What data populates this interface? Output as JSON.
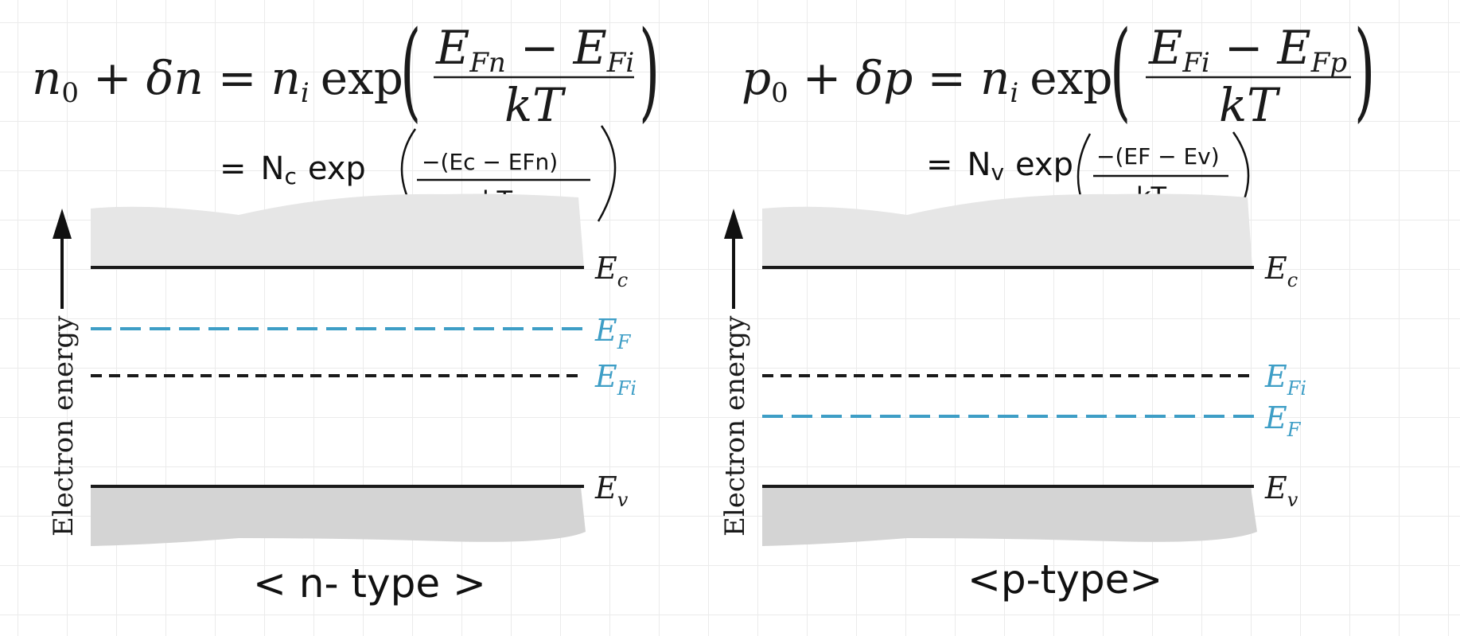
{
  "colors": {
    "band_fill_top": "#e6e6e6",
    "band_fill_bottom": "#d4d4d4",
    "line_black": "#1a1a1a",
    "fermi_blue": "#3e9ec6"
  },
  "left_panel": {
    "equation": {
      "lhs_a": "n",
      "lhs_a_sub": "0",
      "lhs_op": "+",
      "lhs_b": "δn",
      "eq": "=",
      "ni": "n",
      "ni_sub": "i",
      "exp": "exp",
      "num_a": "E",
      "num_a_sub": "Fn",
      "minus": "−",
      "num_b": "E",
      "num_b_sub": "Fi",
      "den": "kT"
    },
    "handwritten": {
      "eq": "=",
      "prefactor": "N",
      "prefactor_sub": "c",
      "exp": "exp",
      "numerator": "−(Ec − EFn)",
      "denominator": "kT"
    },
    "axis_label": "Electron energy",
    "levels": [
      {
        "label": "E",
        "sub": "c",
        "style": "solid",
        "color": "#1a1a1a"
      },
      {
        "label": "E",
        "sub": "F",
        "style": "dashed",
        "color": "#3e9ec6"
      },
      {
        "label": "E",
        "sub": "Fi",
        "style": "dashed",
        "color": "#1a1a1a"
      },
      {
        "label": "E",
        "sub": "v",
        "style": "solid",
        "color": "#1a1a1a"
      }
    ],
    "caption": "< n- type >"
  },
  "right_panel": {
    "equation": {
      "lhs_a": "p",
      "lhs_a_sub": "0",
      "lhs_op": "+",
      "lhs_b": "δp",
      "eq": "=",
      "ni": "n",
      "ni_sub": "i",
      "exp": "exp",
      "num_a": "E",
      "num_a_sub": "Fi",
      "minus": "−",
      "num_b": "E",
      "num_b_sub": "Fp",
      "den": "kT"
    },
    "handwritten": {
      "eq": "=",
      "prefactor": "N",
      "prefactor_sub": "v",
      "exp": "exp",
      "numerator": "−(EF − Ev)",
      "denominator": "kT"
    },
    "axis_label": "Electron energy",
    "levels": [
      {
        "label": "E",
        "sub": "c",
        "style": "solid",
        "color": "#1a1a1a"
      },
      {
        "label": "E",
        "sub": "Fi",
        "style": "dashed",
        "color": "#3e9ec6"
      },
      {
        "label": "E",
        "sub": "F",
        "style": "dashed",
        "color": "#3e9ec6"
      },
      {
        "label": "E",
        "sub": "v",
        "style": "solid",
        "color": "#1a1a1a"
      }
    ],
    "caption": "<p-type>"
  }
}
